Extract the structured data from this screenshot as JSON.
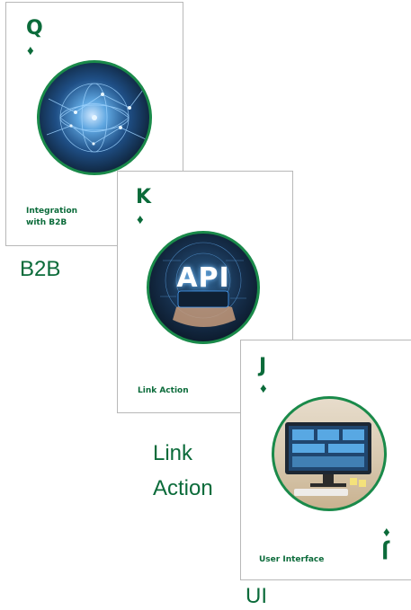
{
  "cards": [
    {
      "rank": "Q",
      "suit": "♦",
      "label": "Integration\nwith B2B",
      "caption": "B2B"
    },
    {
      "rank": "K",
      "suit": "♦",
      "label": "Link Action",
      "medallion_text": "API",
      "caption_line1": "Link",
      "caption_line2": "Action"
    },
    {
      "rank": "J",
      "suit": "♦",
      "label": "User Interface",
      "caption": "UI"
    }
  ],
  "colors": {
    "brand_green": "#0b6b3a",
    "medallion_ring": "#1a8a4a",
    "card_border": "#b8b8b8"
  }
}
